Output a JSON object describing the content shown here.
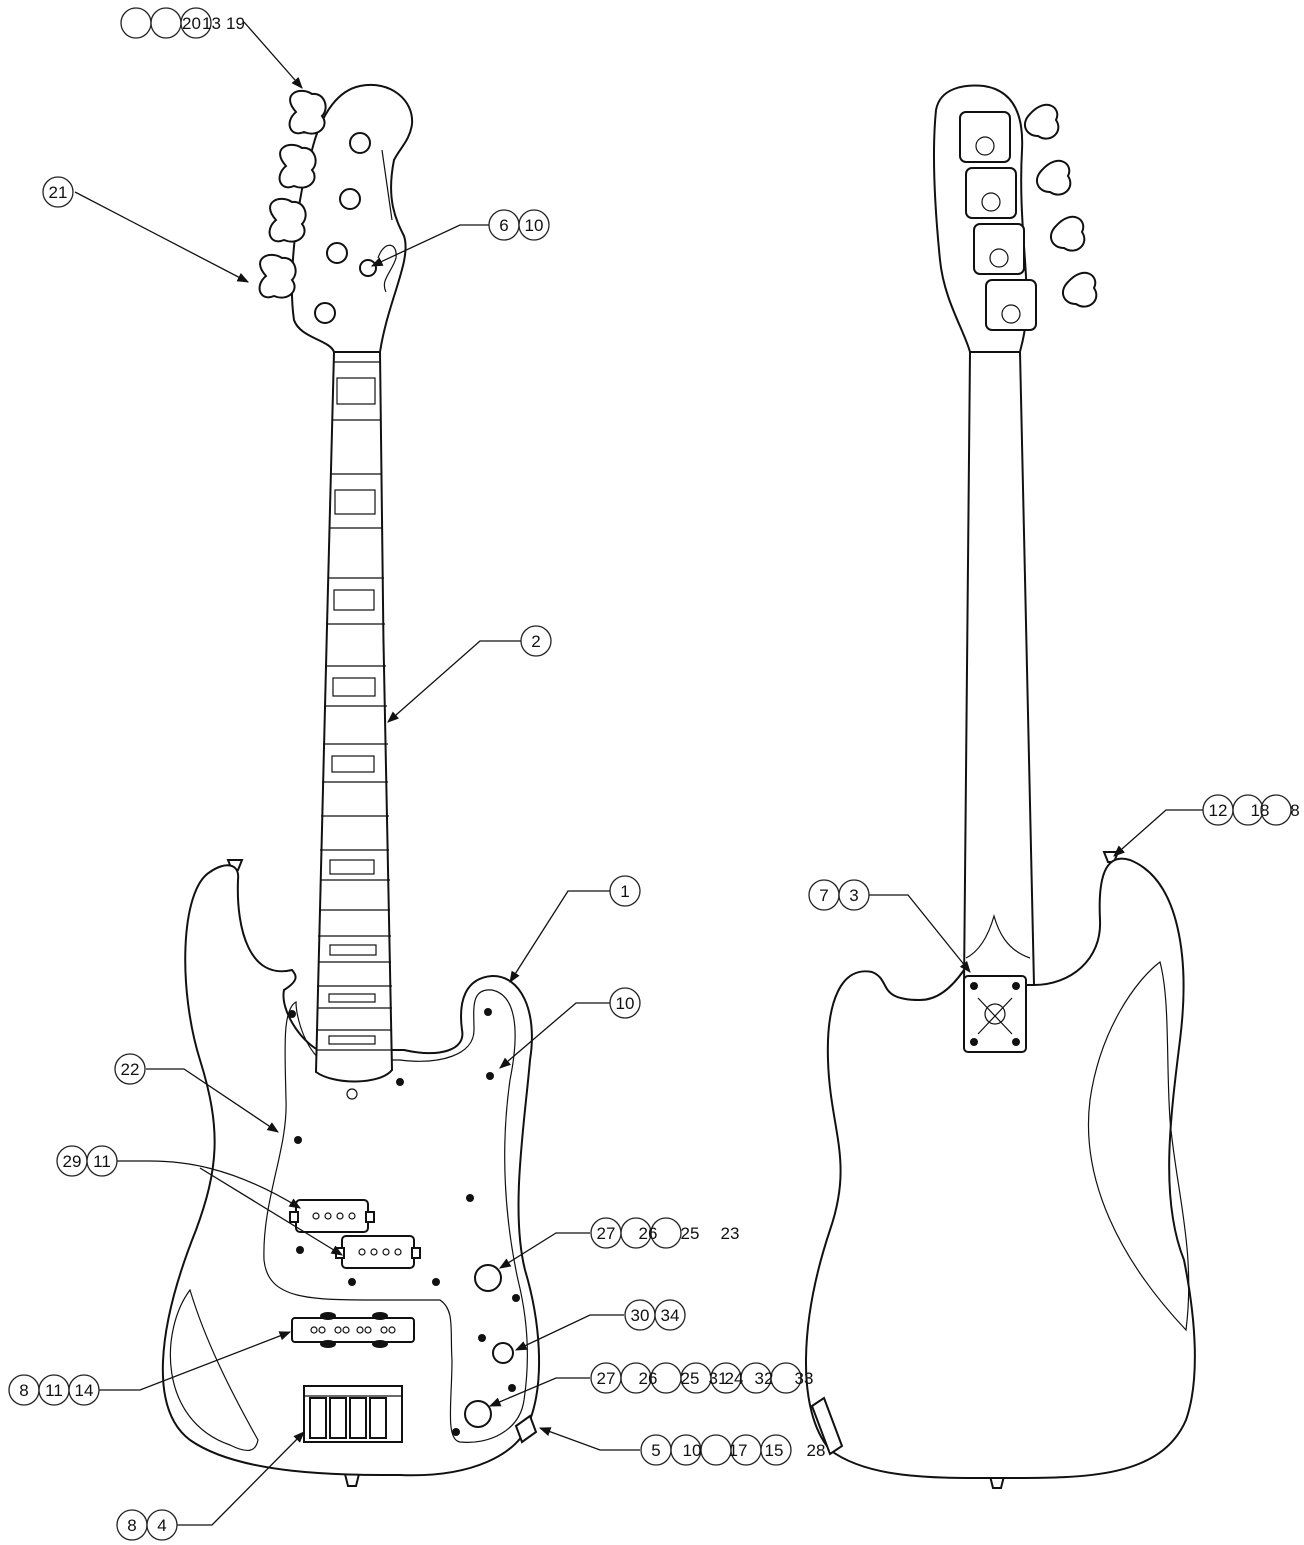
{
  "callouts": [
    {
      "id": "c-head-top",
      "labels": [
        "",
        "",
        "20",
        "13",
        "19"
      ]
    },
    {
      "id": "c-tuner-left",
      "labels": [
        "21"
      ]
    },
    {
      "id": "c-headstock-screw",
      "labels": [
        "6",
        "10"
      ]
    },
    {
      "id": "c-neck",
      "labels": [
        "2"
      ]
    },
    {
      "id": "c-body-front",
      "labels": [
        "1"
      ]
    },
    {
      "id": "c-pickguard-screw",
      "labels": [
        "10"
      ]
    },
    {
      "id": "c-pickguard",
      "labels": [
        "22"
      ]
    },
    {
      "id": "c-p-pickup",
      "labels": [
        "29",
        "11"
      ]
    },
    {
      "id": "c-knob-upper",
      "labels": [
        "27",
        "26",
        "25",
        "23"
      ]
    },
    {
      "id": "c-jack-nut",
      "labels": [
        "30",
        "34"
      ]
    },
    {
      "id": "c-knob-lower",
      "labels": [
        "27",
        "26",
        "25",
        "31",
        "24",
        "32",
        "33"
      ]
    },
    {
      "id": "c-j-pickup",
      "labels": [
        "8",
        "11",
        "14"
      ]
    },
    {
      "id": "c-bridge",
      "labels": [
        "8",
        "4"
      ]
    },
    {
      "id": "c-jack-plate",
      "labels": [
        "5",
        "10",
        "17",
        "15",
        "28"
      ]
    },
    {
      "id": "c-strap-back",
      "labels": [
        "12",
        "18",
        "8"
      ]
    },
    {
      "id": "c-neck-plate",
      "labels": [
        "7",
        "3"
      ]
    }
  ]
}
